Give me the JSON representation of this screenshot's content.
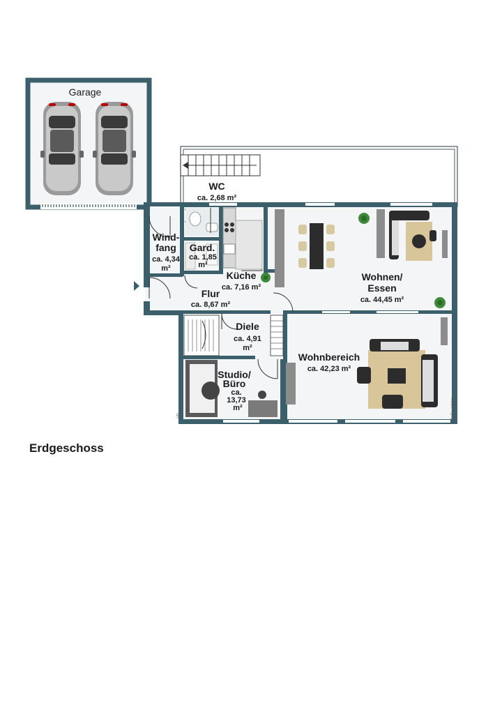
{
  "floor": {
    "title": "Erdgeschoss"
  },
  "rooms": {
    "garage": {
      "name": "Garage"
    },
    "wc": {
      "name": "WC",
      "area": "ca. 2,68 m²"
    },
    "windfang": {
      "name_line1": "Wind-",
      "name_line2": "fang",
      "area_line1": "ca. 4,34",
      "area_line2": "m²"
    },
    "garderobe": {
      "name": "Gard.",
      "area_line1": "ca. 1,85",
      "area_line2": "m²"
    },
    "kueche": {
      "name": "Küche",
      "area": "ca. 7,16 m²"
    },
    "flur": {
      "name": "Flur",
      "area": "ca. 8,67 m²"
    },
    "wohnen_essen": {
      "name_line1": "Wohnen/",
      "name_line2": "Essen",
      "area": "ca. 44,45 m²"
    },
    "diele": {
      "name": "Diele",
      "area_line1": "ca. 4,91",
      "area_line2": "m²"
    },
    "studio": {
      "name_line1": "Studio/",
      "name_line2": "Büro",
      "area_line1": "ca.",
      "area_line2": "13,73",
      "area_line3": "m²"
    },
    "wohnbereich": {
      "name": "Wohnbereich",
      "area": "ca. 42,23 m²"
    }
  },
  "watermarks": {
    "left": "VP",
    "right": "McGrundriss"
  },
  "icons": {
    "car": "car-icon",
    "plant": "plant-icon",
    "entrance": "entrance-arrow-icon"
  },
  "colors": {
    "wall": "#3c5f6c",
    "floor": "#f4f5f6",
    "rug": "#d8c69a",
    "sofa": "#2c2c2c"
  }
}
